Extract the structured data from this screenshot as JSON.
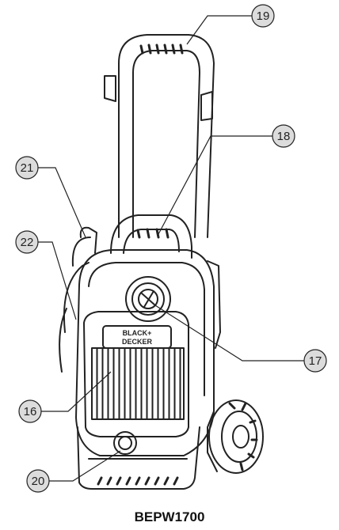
{
  "brand": {
    "line1": "BLACK+",
    "line2": "DECKER"
  },
  "model": "BEPW1700",
  "callouts": [
    {
      "label": "19",
      "part": "handle"
    },
    {
      "label": "18",
      "part": "carry-handle"
    },
    {
      "label": "21",
      "part": "hose-hook"
    },
    {
      "label": "22",
      "part": "wand-holder"
    },
    {
      "label": "17",
      "part": "power-switch"
    },
    {
      "label": "16",
      "part": "front-grille"
    },
    {
      "label": "20",
      "part": "water-inlet"
    }
  ],
  "colors": {
    "line": "#222222",
    "callout_fill": "#dcdcdc"
  }
}
